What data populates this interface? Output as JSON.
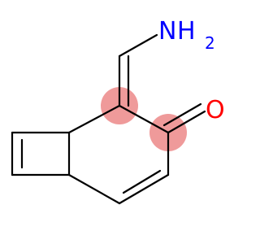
{
  "molecule": {
    "atoms": {
      "amine": {
        "element": "N",
        "hydrogens": "H",
        "h_count": "2",
        "color": "#0000ff"
      },
      "carbonyl_oxygen": {
        "element": "O",
        "color": "#ff0000"
      }
    },
    "highlight_color": "#ef9a9a",
    "bond_color": "#000000"
  }
}
